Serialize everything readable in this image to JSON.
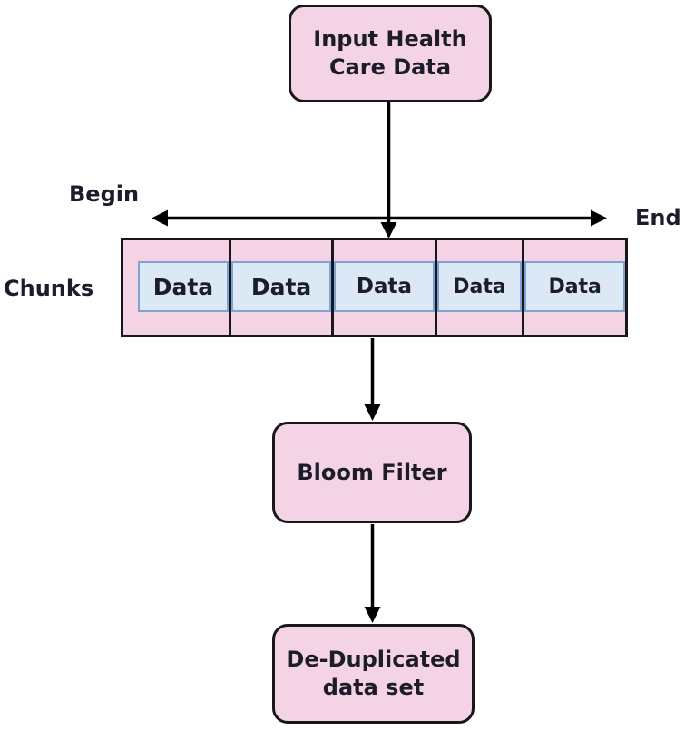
{
  "diagram": {
    "nodes": {
      "input": {
        "line1": "Input Health",
        "line2": "Care Data"
      },
      "bloom": {
        "label": "Bloom Filter"
      },
      "dedup": {
        "line1": "De-Duplicated",
        "line2": "data set"
      }
    },
    "labels": {
      "begin": "Begin",
      "end": "End",
      "chunks": "Chunks"
    },
    "chunks": {
      "cells": [
        {
          "label": "Data"
        },
        {
          "label": "Data"
        },
        {
          "label": "Data"
        },
        {
          "label": "Data"
        },
        {
          "label": "Data"
        }
      ]
    },
    "arrows": [
      {
        "name": "arrow-down-input-to-chunks"
      },
      {
        "name": "arrow-span-begin-to-end-double-headed"
      },
      {
        "name": "arrow-down-chunks-to-bloom-filter"
      },
      {
        "name": "arrow-down-bloom-filter-to-dedup"
      }
    ],
    "colors": {
      "background": "#ffffff",
      "box_fill": "#f3d3e4",
      "box_border": "#17171c",
      "data_fill": "#dbe9f6",
      "data_border": "#7fa3d1",
      "arrow": "#000000",
      "text": "#1d1c2b"
    }
  }
}
